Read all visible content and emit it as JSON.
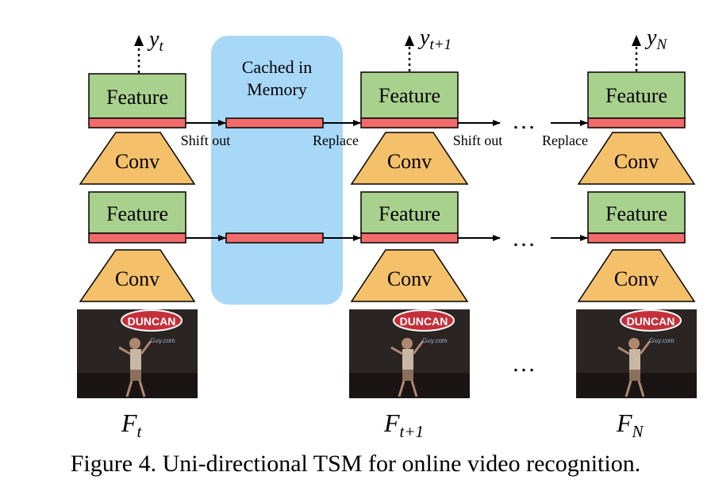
{
  "memory": {
    "label_line1": "Cached in",
    "label_line2": "Memory"
  },
  "box_labels": {
    "feature": "Feature",
    "conv": "Conv"
  },
  "arrow_labels": {
    "shift_out": "Shift out",
    "replace": "Replace"
  },
  "ellipsis": "…",
  "columns": [
    {
      "id": "t",
      "output_base": "y",
      "output_sub": "t",
      "frame_base": "F",
      "frame_sub": "t"
    },
    {
      "id": "t1",
      "output_base": "y",
      "output_sub": "t+1",
      "frame_base": "F",
      "frame_sub": "t+1"
    },
    {
      "id": "N",
      "output_base": "y",
      "output_sub": "N",
      "frame_base": "F",
      "frame_sub": "N"
    }
  ],
  "video_frame": {
    "banner_text": "DUNCAN",
    "site_text": "Guy.com"
  },
  "caption": "Figure 4. Uni-directional TSM for online video recognition.",
  "colors": {
    "feature_fill": "#a9d18e",
    "conv_fill": "#f4c06a",
    "shift_bar": "#f26b6b",
    "memory_fill": "#a8d8f8",
    "frame_dark": "#2a2422",
    "banner_red": "#c4303a"
  }
}
